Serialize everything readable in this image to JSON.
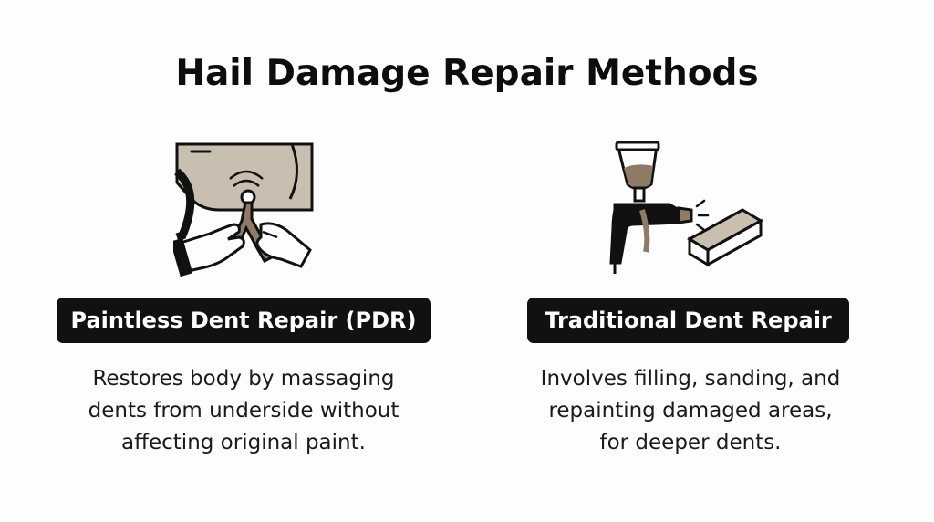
{
  "title": "Hail Damage Repair Methods",
  "colors": {
    "pill_background": "#111111",
    "pill_text": "#ffffff",
    "illustration_tan": "#c9bfb0",
    "illustration_brown": "#8e7a66"
  },
  "methods": [
    {
      "icon": "dent-repair-tool-icon",
      "label": "Paintless Dent Repair (PDR)",
      "description_lines": [
        "Restores body by massaging",
        "dents from underside without",
        "affecting original paint."
      ]
    },
    {
      "icon": "spray-gun-sanding-block-icon",
      "label": "Traditional Dent Repair",
      "description_lines": [
        "Involves filling, sanding, and",
        "repainting damaged areas,",
        "for deeper dents."
      ]
    }
  ]
}
